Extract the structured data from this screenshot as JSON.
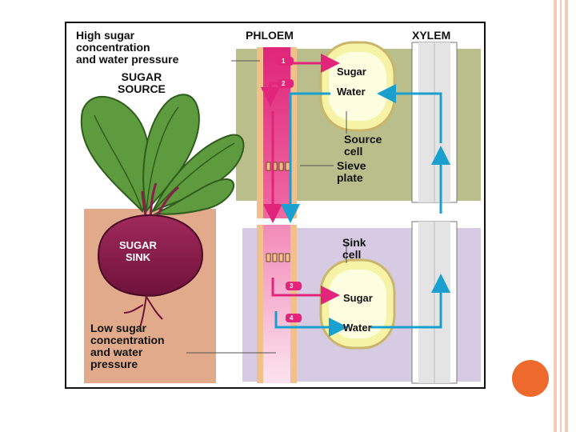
{
  "slide": {
    "accent_color": "#ee6a2c",
    "stripe_color": "#f3c9b8"
  },
  "diagram": {
    "header_phloem": "PHLOEM",
    "header_xylem": "XYLEM",
    "high_sugar_text": "High sugar\nconcentration\nand water pressure",
    "sugar_source": "SUGAR\nSOURCE",
    "sugar_sink": "SUGAR\nSINK",
    "low_sugar_text": "Low sugar\nconcentration\nand water\npressure",
    "source_sugar": "Sugar",
    "source_water": "Water",
    "source_cell": "Source\ncell",
    "sieve_plate": "Sieve\nplate",
    "sink_cell": "Sink\ncell",
    "sink_sugar": "Sugar",
    "sink_water": "Water",
    "steps": [
      "1",
      "2",
      "3",
      "4"
    ],
    "colors": {
      "phloem_pink": "#e0257a",
      "water_blue": "#1aa0cf",
      "source_bg": "#b9be8a",
      "sink_bg": "#d7cbe3",
      "soil": "#e1aa8b",
      "cell_fill": "#f7f3a6",
      "beet": "#8c1c4b",
      "leaf": "#5e9a3e"
    }
  }
}
